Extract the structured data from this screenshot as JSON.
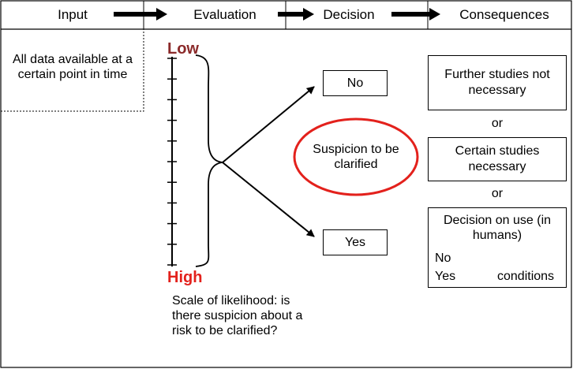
{
  "header": {
    "steps": [
      "Input",
      "Evaluation",
      "Decision",
      "Consequences"
    ]
  },
  "input": {
    "text": "All data available at a certain point in time"
  },
  "scale": {
    "low_label": "Low",
    "high_label": "High",
    "caption": "Scale of likelihood: is there suspicion about a risk to be clarified?"
  },
  "decision": {
    "no_label": "No",
    "suspicion_label": "Suspicion to be clarified",
    "yes_label": "Yes",
    "highlight_color": "#e3211c"
  },
  "consequences": {
    "option1": "Further studies not necessary",
    "or1": "or",
    "option2": "Certain studies necessary",
    "or2": "or",
    "option3_title": "Decision on use (in humans)",
    "option3_no": "No",
    "option3_yes": "Yes",
    "option3_conditions": "conditions"
  }
}
